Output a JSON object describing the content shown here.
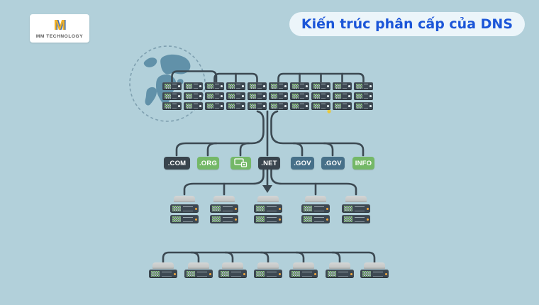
{
  "logo": {
    "brand_initial": "M",
    "brand_name": "MM TECHNOLOGY"
  },
  "title": {
    "text": "Kiến trúc phân cấp của DNS",
    "text_color": "#1c56d8",
    "pill_bg": "#ecf5fa"
  },
  "diagram": {
    "root_servers": {
      "columns": 10,
      "rows": 3
    },
    "tld_nodes": [
      {
        "label": ".COM",
        "type": "dark"
      },
      {
        "label": ".ORG",
        "type": "green"
      },
      {
        "label": "",
        "type": "green-icon",
        "icon": "devices-icon"
      },
      {
        "label": ".NET",
        "type": "dark"
      },
      {
        "label": ".GOV",
        "type": "blue"
      },
      {
        "label": ".GOV",
        "type": "blue"
      },
      {
        "label": "INFO",
        "type": "green"
      }
    ],
    "authoritative_stacks": 5,
    "leaf_servers": 7,
    "colors": {
      "background": "#b2d0da",
      "connector": "#3c4952",
      "server_body": "#3d4852",
      "server_lid": "#c9cccb",
      "led_green": "#8cc97e",
      "led_orange": "#f0a73e",
      "node_dark": "#39444d",
      "node_green": "#74b867",
      "node_blue": "#477089",
      "globe": "#6191a9",
      "accent_dot": "#e8c93e"
    }
  }
}
